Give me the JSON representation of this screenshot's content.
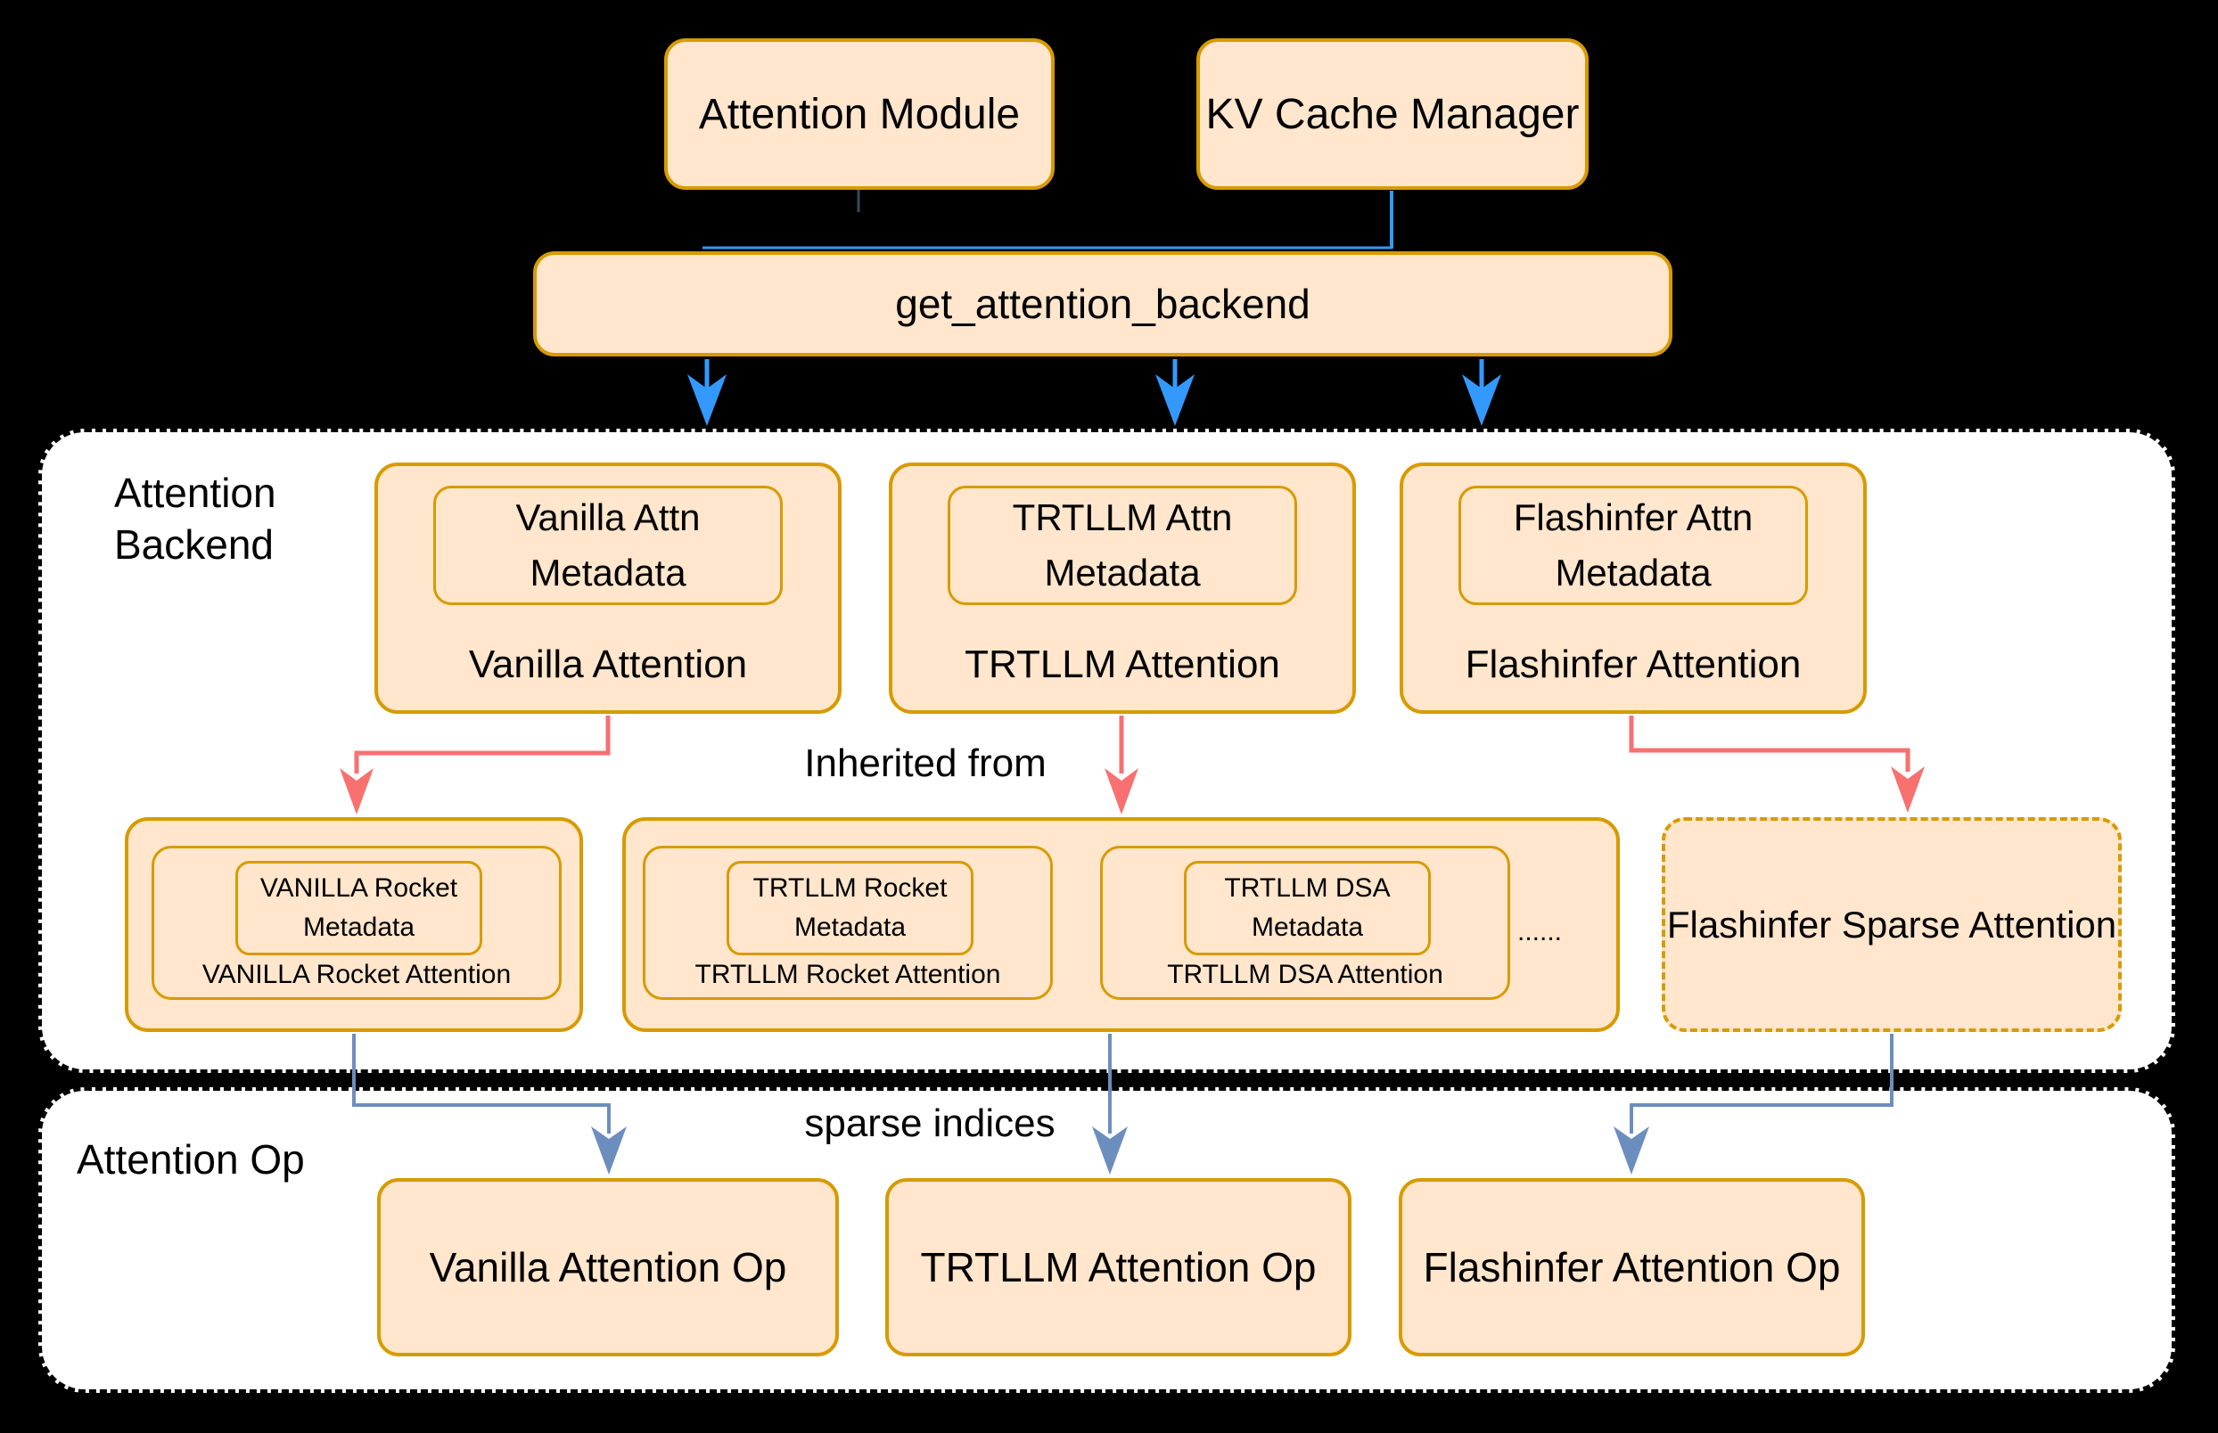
{
  "colors": {
    "background": "#000000",
    "box_fill": "#ffe6cc",
    "box_stroke": "#d79b00",
    "panel_fill": "#ffffff",
    "panel_stroke": "#000000",
    "arrow_blue": "#3399ff",
    "arrow_red": "#f87070",
    "arrow_slate": "#6c8ebf",
    "text": "#000000"
  },
  "top": {
    "attention_module": "Attention Module",
    "kv_cache_manager": "KV Cache Manager",
    "get_attention_backend": "get_attention_backend"
  },
  "backend_panel": {
    "label_line1": "Attention",
    "label_line2": "Backend",
    "inherited_from_label": "Inherited from",
    "backends": [
      {
        "metadata_line1": "Vanilla Attn",
        "metadata_line2": "Metadata",
        "label": "Vanilla Attention"
      },
      {
        "metadata_line1": "TRTLLM Attn",
        "metadata_line2": "Metadata",
        "label": "TRTLLM Attention"
      },
      {
        "metadata_line1": "Flashinfer Attn",
        "metadata_line2": "Metadata",
        "label": "Flashinfer Attention"
      }
    ],
    "derived": {
      "vanilla_rocket": {
        "metadata_line1": "VANILLA Rocket",
        "metadata_line2": "Metadata",
        "label": "VANILLA Rocket Attention"
      },
      "trtllm_rocket": {
        "metadata_line1": "TRTLLM Rocket",
        "metadata_line2": "Metadata",
        "label": "TRTLLM Rocket Attention"
      },
      "trtllm_dsa": {
        "metadata_line1": "TRTLLM DSA",
        "metadata_line2": "Metadata",
        "label": "TRTLLM DSA Attention"
      },
      "ellipsis": "......",
      "flashinfer_sparse": {
        "label": "Flashinfer Sparse Attention"
      }
    }
  },
  "op_panel": {
    "label": "Attention Op",
    "sparse_indices_label": "sparse indices",
    "ops": [
      {
        "label": "Vanilla Attention Op"
      },
      {
        "label": "TRTLLM Attention Op"
      },
      {
        "label": "Flashinfer Attention Op"
      }
    ]
  }
}
